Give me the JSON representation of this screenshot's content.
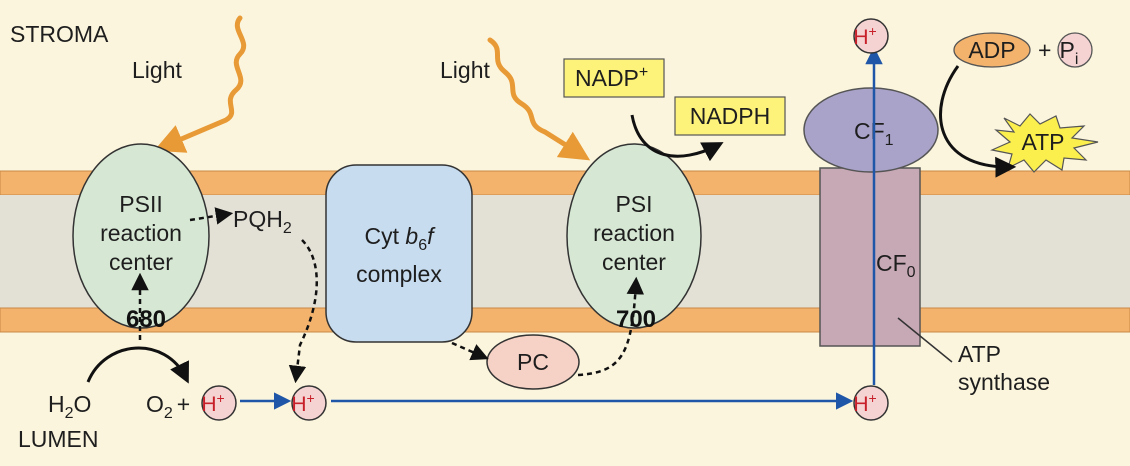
{
  "regions": {
    "stroma": "STROMA",
    "lumen": "LUMEN"
  },
  "light": {
    "label_left": "Light",
    "label_right": "Light"
  },
  "psii": {
    "line1": "PSII",
    "line2": "reaction",
    "line3": "center",
    "number": "680"
  },
  "psi": {
    "line1": "PSI",
    "line2": "reaction",
    "line3": "center",
    "number": "700"
  },
  "cyt": {
    "prefix": "Cyt ",
    "b": "b",
    "sub": "6",
    "f": "f",
    "line2": "complex"
  },
  "pqh2": {
    "base": "PQH",
    "sub": "2"
  },
  "pc": {
    "label": "PC"
  },
  "nadp": {
    "base": "NADP",
    "sup": "+"
  },
  "nadph": {
    "label": "NADPH"
  },
  "atp_synthase": {
    "cf1_base": "CF",
    "cf1_sub": "1",
    "cf0_base": "CF",
    "cf0_sub": "0",
    "label_line1": "ATP",
    "label_line2": "synthase"
  },
  "adp": {
    "label": "ADP"
  },
  "plus": "+",
  "pi": {
    "base": "P",
    "sub": "i"
  },
  "atp": {
    "label": "ATP"
  },
  "water": {
    "h": "H",
    "sub": "2",
    "o": "O"
  },
  "oxygen": {
    "o": "O",
    "sub": "2",
    "plus": "+"
  },
  "proton": {
    "base": "H",
    "sup": "+"
  },
  "colors": {
    "background": "#fbf5dd",
    "membrane_band": "#f3b36c",
    "membrane_core": "#e3e0d6",
    "photosystem": "#d6e8d4",
    "cyt_complex": "#c7dcef",
    "cf1": "#a9a3c9",
    "cf0": "#c7a8b5",
    "pc": "#f6d2c6",
    "label_box": "#fdf27a",
    "arrow_blue": "#1f56a8",
    "light_wave": "#e89a36",
    "proton_fill": "#f5d3d3"
  }
}
